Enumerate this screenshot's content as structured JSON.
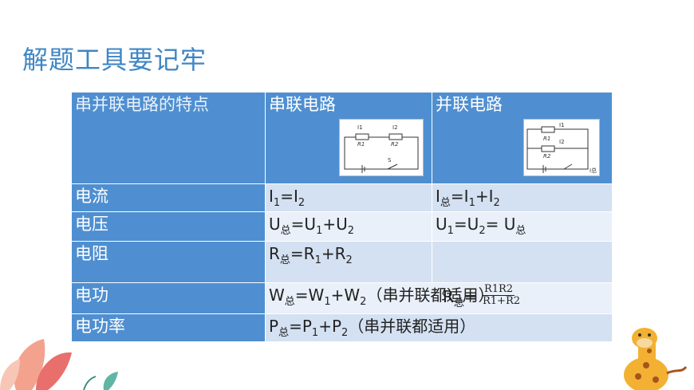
{
  "title": "解题工具要记牢",
  "table": {
    "header": [
      "串并联电路的特点",
      "串联电路",
      "并联电路"
    ],
    "diagram_series": {
      "labels": [
        "I1",
        "I2",
        "R1",
        "R2",
        "S"
      ]
    },
    "diagram_parallel": {
      "labels": [
        "I1",
        "R1",
        "I2",
        "R2",
        "I总"
      ]
    },
    "rows": [
      {
        "label": "电流",
        "series": {
          "a": "I",
          "a_sub": "1",
          "eq": "=I",
          "b_sub": "2"
        },
        "parallel": {
          "a": "I",
          "a_sub": "总",
          "eq": "=I",
          "b_sub": "1",
          "plus": "+I",
          "c_sub": "2"
        }
      },
      {
        "label": "电压",
        "series": {
          "a": "U",
          "a_sub": "总",
          "eq": "=U",
          "b_sub": "1",
          "plus": "+U",
          "c_sub": "2"
        },
        "parallel": {
          "a": "U",
          "a_sub": "1",
          "eq": "=U",
          "b_sub": "2",
          "plus": "= U",
          "c_sub": "总"
        }
      },
      {
        "label": "电阻",
        "series": {
          "a": "R",
          "a_sub": "总",
          "eq": "=R",
          "b_sub": "1",
          "plus": "+R",
          "c_sub": "2"
        },
        "parallel": {
          "a": "",
          "a_sub": "",
          "eq": "",
          "b_sub": "",
          "plus": "",
          "c_sub": ""
        }
      },
      {
        "label": "电功",
        "series": {
          "a": "W",
          "a_sub": "总",
          "eq": "=W",
          "b_sub": "1",
          "plus": "+W",
          "c_sub": "2",
          "note": "（串并联都适用）"
        },
        "overlay": {
          "r": "R",
          "r_sub": "总",
          "eq": "=",
          "num": "R1R2",
          "den": "R1+R2"
        }
      },
      {
        "label": "电功率",
        "series": {
          "a": "P",
          "a_sub": "总",
          "eq": "=P",
          "b_sub": "1",
          "plus": "+P",
          "c_sub": "2",
          "note": "（串并联都适用）"
        }
      }
    ]
  }
}
